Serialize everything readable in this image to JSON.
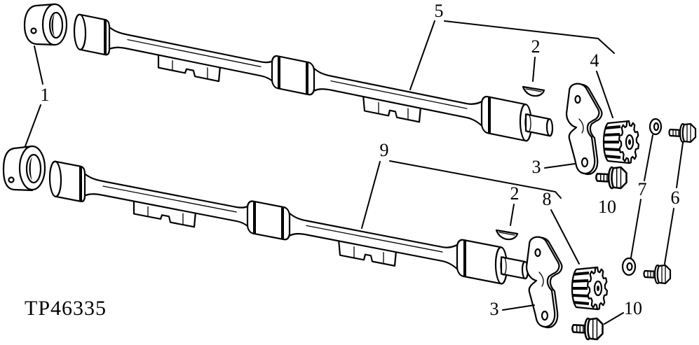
{
  "figure": {
    "code": "TP46335"
  },
  "callouts": [
    "1",
    "5",
    "2",
    "4",
    "3",
    "10",
    "7",
    "6",
    "9",
    "2",
    "8",
    "3",
    "10"
  ]
}
